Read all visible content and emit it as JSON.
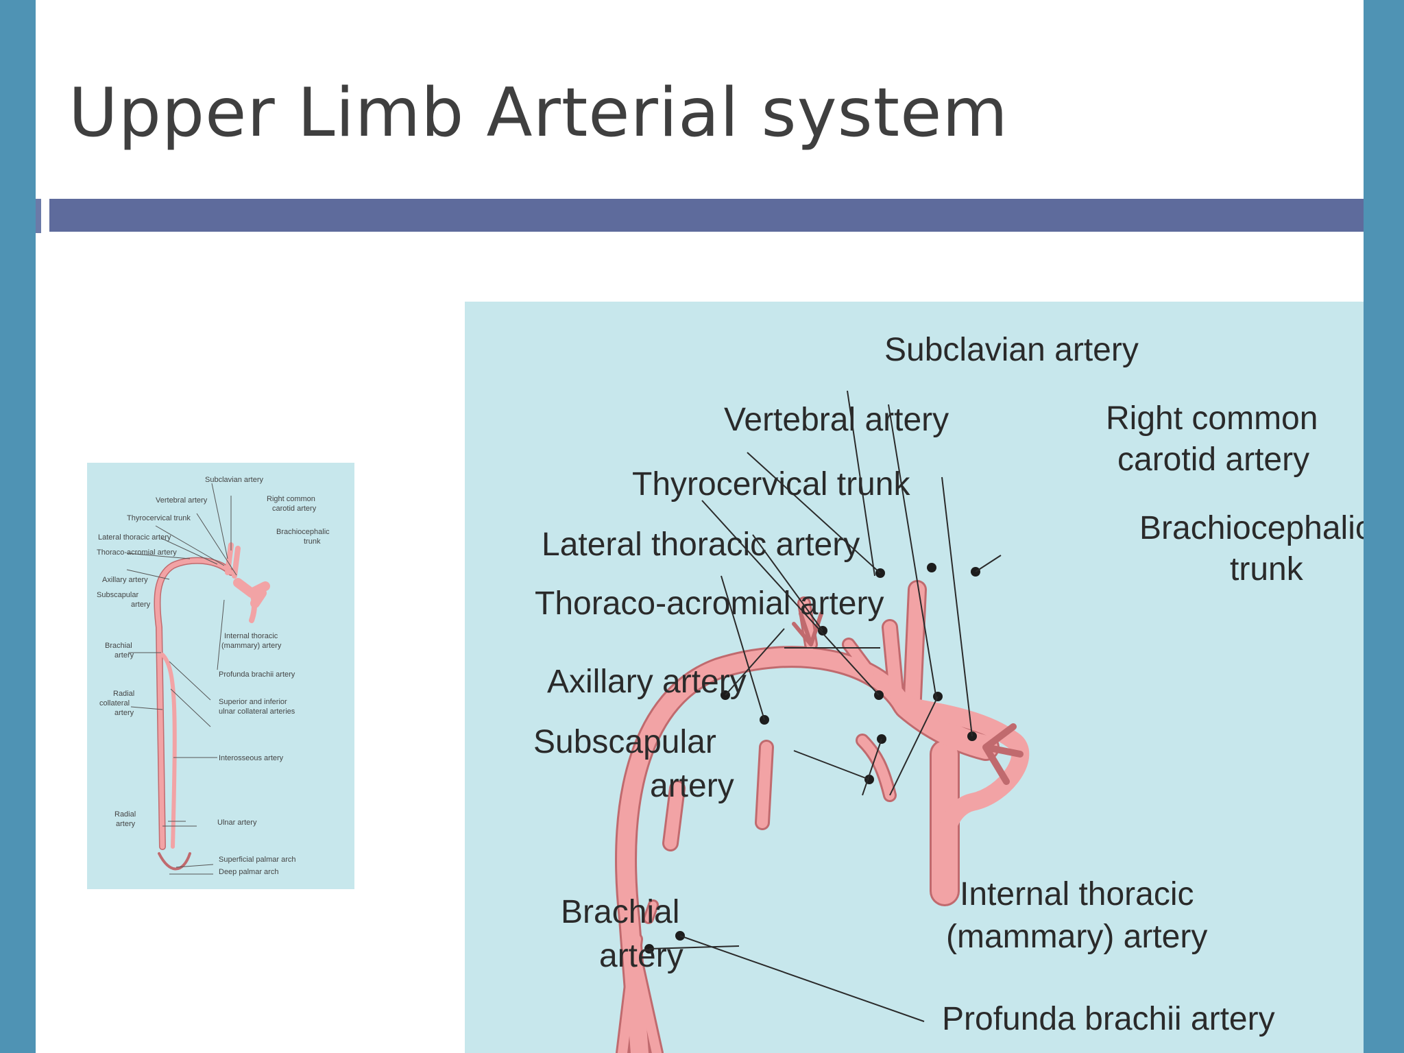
{
  "slide": {
    "title": "Upper Limb Arterial system",
    "colors": {
      "frame": "#4f93b4",
      "title_bar": "#5e6b9c",
      "figure_bg": "#c7e7ec",
      "artery": "#f2a3a5",
      "artery_outline": "#c06a6e"
    }
  },
  "large_diagram": {
    "labels": {
      "subclavian": "Subclavian artery",
      "vertebral": "Vertebral artery",
      "right_common_carotid_1": "Right common",
      "right_common_carotid_2": "carotid artery",
      "thyrocervical": "Thyrocervical trunk",
      "brachiocephalic_1": "Brachiocephalic",
      "brachiocephalic_2": "trunk",
      "lateral_thoracic": "Lateral thoracic artery",
      "thoraco_acromial": "Thoraco-acromial artery",
      "axillary": "Axillary artery",
      "subscapular_1": "Subscapular",
      "subscapular_2": "artery",
      "brachial_1": "Brachial",
      "brachial_2": "artery",
      "internal_thoracic_1": "Internal thoracic",
      "internal_thoracic_2": "(mammary) artery",
      "profunda_brachii": "Profunda brachii artery"
    }
  },
  "thumbnail_diagram": {
    "labels": {
      "subclavian": "Subclavian artery",
      "vertebral": "Vertebral artery",
      "right_common_1": "Right common",
      "right_common_2": "carotid artery",
      "thyrocervical": "Thyrocervical trunk",
      "brachiocephalic_1": "Brachiocephalic",
      "brachiocephalic_2": "trunk",
      "lateral_thoracic": "Lateral thoracic artery",
      "thoraco_acromial": "Thoraco-acromial artery",
      "axillary": "Axillary artery",
      "subscapular_1": "Subscapular",
      "subscapular_2": "artery",
      "internal_thoracic_1": "Internal thoracic",
      "internal_thoracic_2": "(mammary) artery",
      "brachial_1": "Brachial",
      "brachial_2": "artery",
      "profunda_brachii": "Profunda brachii artery",
      "radial_collateral_1": "Radial",
      "radial_collateral_2": "collateral",
      "radial_collateral_3": "artery",
      "sup_inf_ulnar_1": "Superior and inferior",
      "sup_inf_ulnar_2": "ulnar collateral arteries",
      "interosseous": "Interosseous artery",
      "radial_1": "Radial",
      "radial_2": "artery",
      "ulnar": "Ulnar artery",
      "superficial_palmar_arch": "Superficial palmar arch",
      "deep_palmar_arch": "Deep palmar arch"
    }
  }
}
